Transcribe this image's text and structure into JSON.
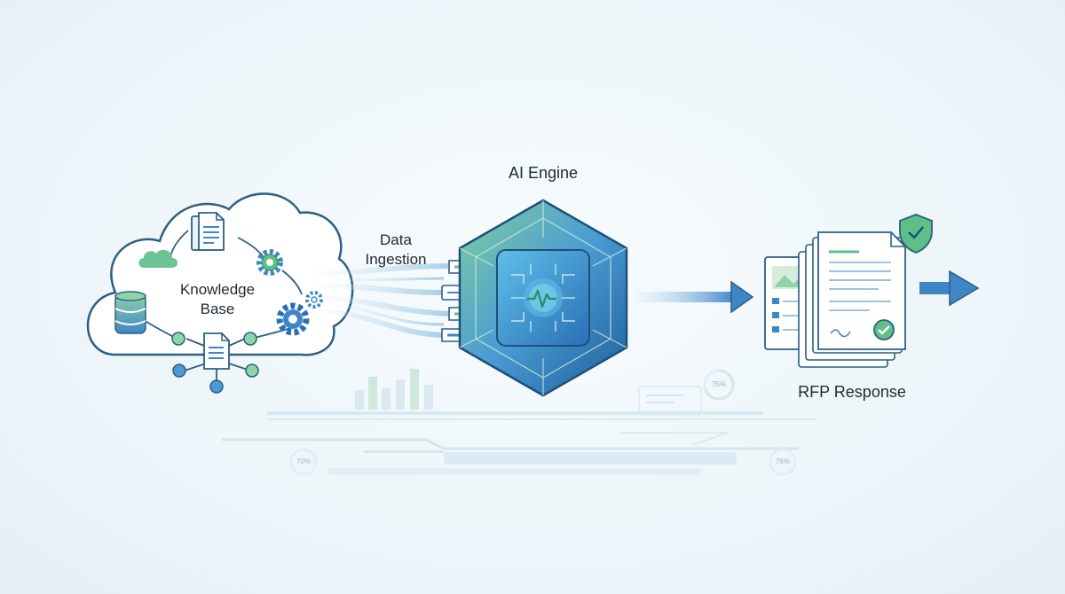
{
  "knowledge_base": {
    "line1": "Knowledge",
    "line2": "Base"
  },
  "data_ingestion": {
    "line1": "Data",
    "line2": "Ingestion"
  },
  "ai_engine": {
    "title": "AI Engine"
  },
  "rfp_response": {
    "title": "RFP Response"
  },
  "gauges": [
    "75%",
    "70%",
    "76%"
  ],
  "colors": {
    "primary_blue": "#3f86c6",
    "dark_blue": "#1f5f99",
    "accent_green": "#5fbf86",
    "light_green": "#a8dcb9",
    "outline": "#2b5f86",
    "pale_fill": "#ffffff"
  }
}
